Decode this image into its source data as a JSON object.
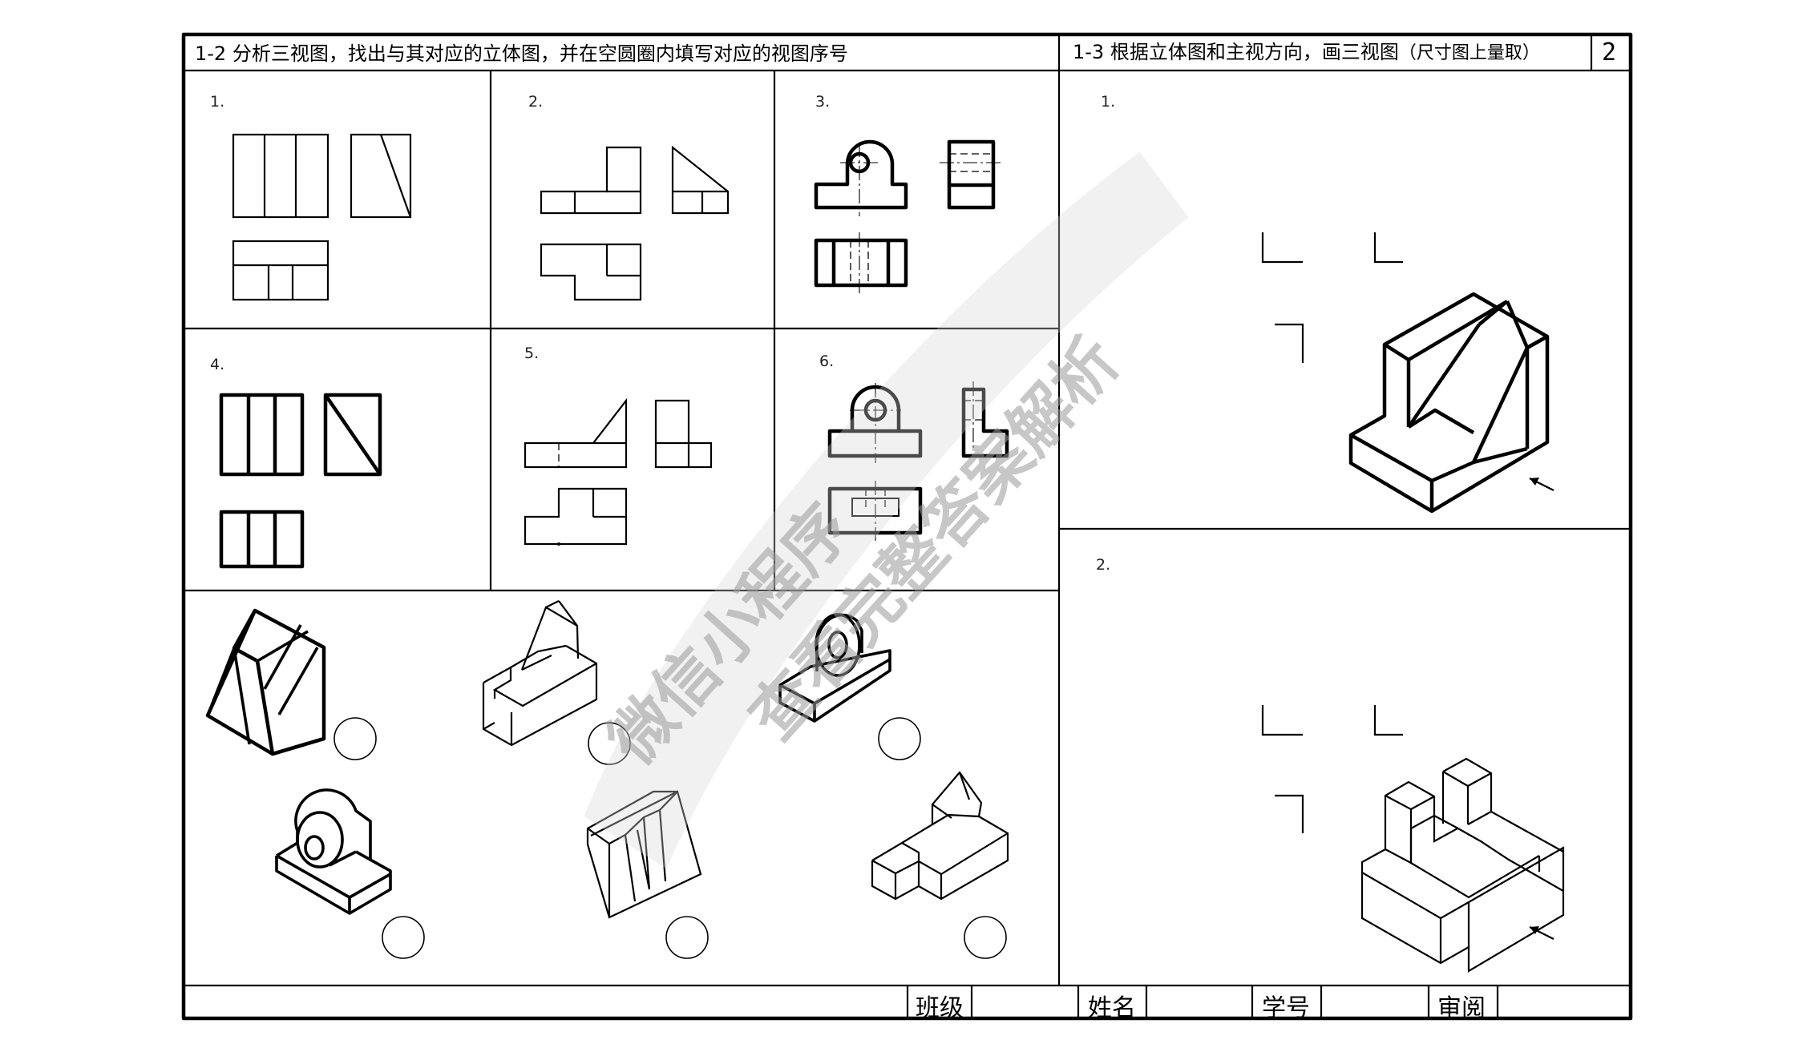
{
  "section_1_2": {
    "title": "1-2 分析三视图，找出与其对应的立体图，并在空圆圈内填写对应的视图序号",
    "items": [
      "1.",
      "2.",
      "3.",
      "4.",
      "5.",
      "6."
    ]
  },
  "section_1_3": {
    "title": "1-3 根据立体图和主视方向，画三视图",
    "note": "（尺寸图上量取）",
    "items": [
      "1.",
      "2."
    ]
  },
  "page_number": "2",
  "footer": {
    "class_label": "班级",
    "name_label": "姓名",
    "student_id_label": "学号",
    "review_label": "审阅"
  },
  "watermark": {
    "line1": "微信小程序",
    "line2": "查看完整答案解析"
  }
}
